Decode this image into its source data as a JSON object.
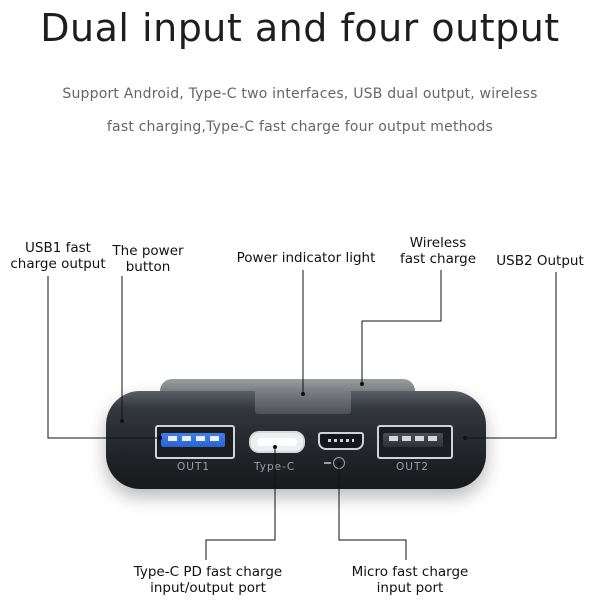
{
  "header": {
    "title": "Dual input and four output",
    "subtitle_line1": "Support Android, Type-C two interfaces, USB dual output, wireless",
    "subtitle_line2": "fast charging,Type-C fast charge four output methods"
  },
  "callouts": {
    "usb1_line1": "USB1 fast",
    "usb1_line2": "charge output",
    "power_button_line1": "The power",
    "power_button_line2": "button",
    "power_indicator": "Power indicator light",
    "wireless_line1": "Wireless",
    "wireless_line2": "fast charge",
    "usb2": "USB2 Output",
    "typec_line1": "Type-C PD fast charge",
    "typec_line2": "input/output port",
    "micro_line1": "Micro fast charge",
    "micro_line2": "input port"
  },
  "ports": {
    "out1": "OUT1",
    "typec": "Type-C",
    "out2": "OUT2"
  },
  "colors": {
    "usb1_accent": "#2f6fe4",
    "device_body": "#23262a",
    "callout_line": "#111111"
  }
}
